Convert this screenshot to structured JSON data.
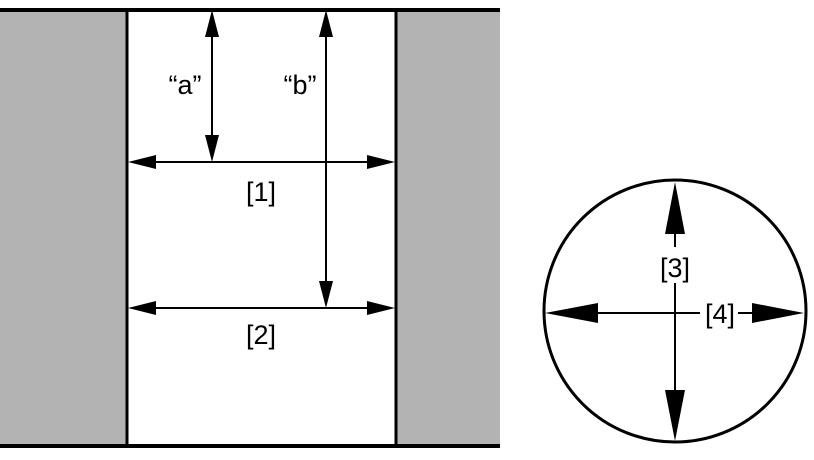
{
  "labels": {
    "a": "“a”",
    "b": "“b”",
    "m1": "[1]",
    "m2": "[2]",
    "m3": "[3]",
    "m4": "[4]"
  },
  "colors": {
    "wall": "#b3b3b3",
    "line": "#000000",
    "background": "#ffffff"
  }
}
